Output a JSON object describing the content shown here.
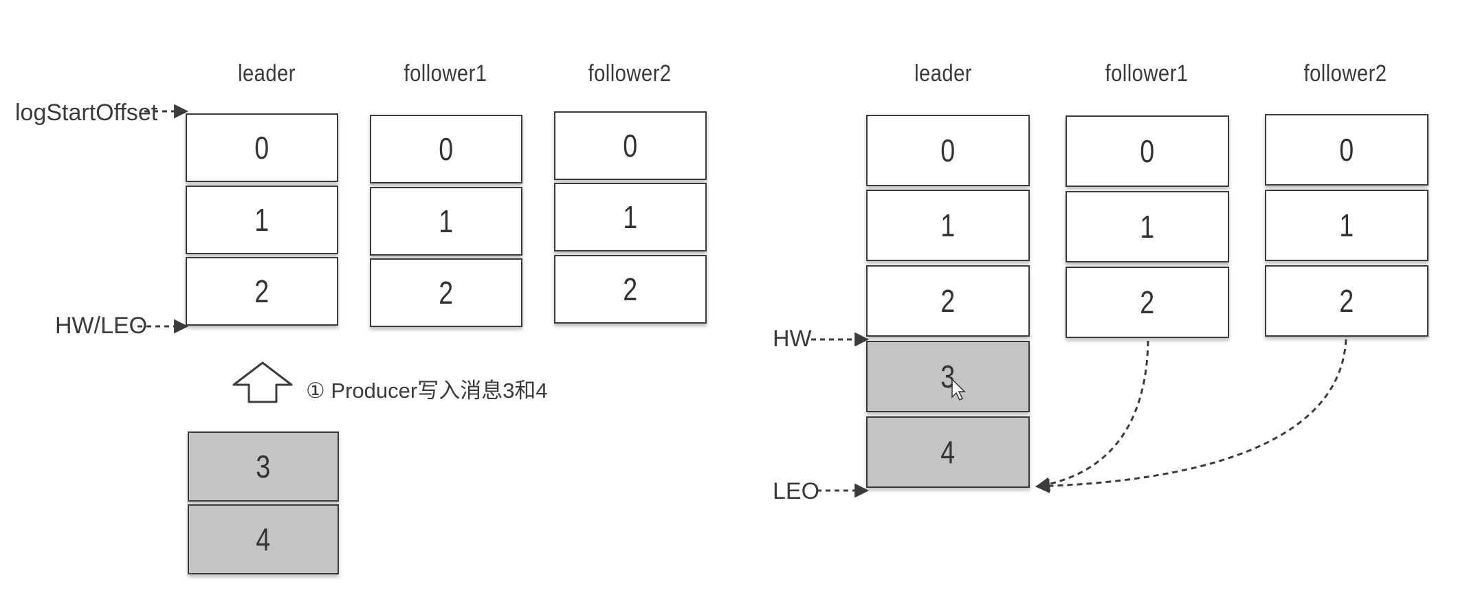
{
  "left_panel": {
    "columns": [
      {
        "title": "leader",
        "cells": [
          "0",
          "1",
          "2"
        ]
      },
      {
        "title": "follower1",
        "cells": [
          "0",
          "1",
          "2"
        ]
      },
      {
        "title": "follower2",
        "cells": [
          "0",
          "1",
          "2"
        ]
      }
    ],
    "pointers": {
      "log_start_offset": "logStartOffset",
      "hw_leo": "HW/LEO"
    },
    "step_note": "① Producer写入消息3和4",
    "new_cells": [
      "3",
      "4"
    ]
  },
  "right_panel": {
    "columns": [
      {
        "title": "leader",
        "cells": [
          "0",
          "1",
          "2",
          "3",
          "4"
        ]
      },
      {
        "title": "follower1",
        "cells": [
          "0",
          "1",
          "2"
        ]
      },
      {
        "title": "follower2",
        "cells": [
          "0",
          "1",
          "2"
        ]
      }
    ],
    "pointers": {
      "hw": "HW",
      "leo": "LEO"
    }
  },
  "colors": {
    "stroke": "#3b3b3b",
    "new_message_fill": "#c4c4c4"
  }
}
